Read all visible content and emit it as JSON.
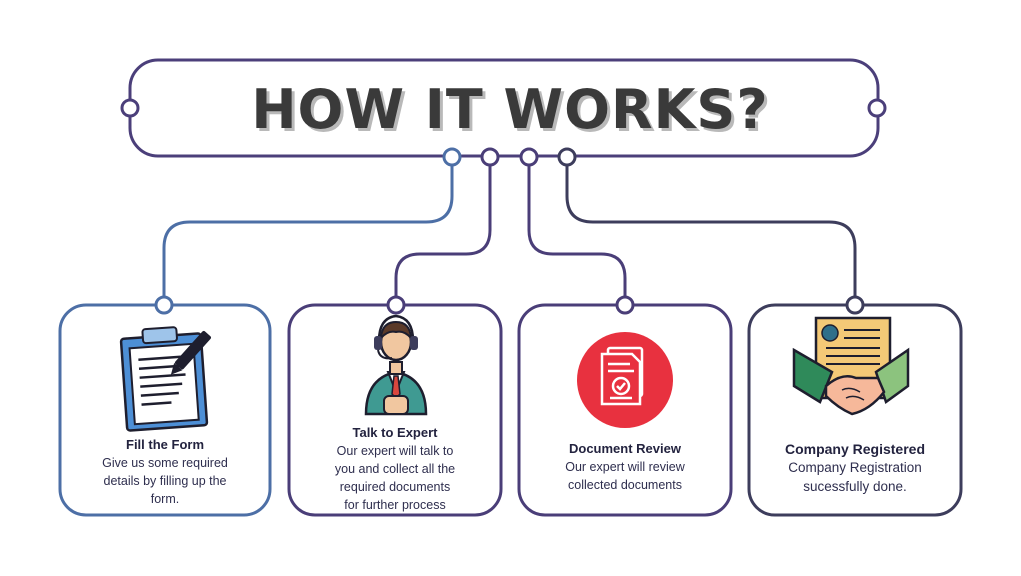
{
  "title": "HOW IT WORKS?",
  "colors": {
    "frame": "#4b3f7a",
    "blue": "#4d6fa6",
    "purple": "#4a3e78",
    "slate": "#3d3d5c",
    "red": "#e8313f",
    "gold": "#f4c977",
    "green": "#2f8a5a"
  },
  "steps": [
    {
      "title": "Fill the Form",
      "description": [
        "Give us some required",
        "details by filling up the",
        "form."
      ],
      "icon": "clipboard-pen-icon"
    },
    {
      "title": "Talk to Expert",
      "description": [
        "Our expert will talk to",
        "you and collect all the",
        "required documents",
        "for further process"
      ],
      "icon": "support-agent-icon"
    },
    {
      "title": "Document Review",
      "description": [
        "Our expert will review",
        "collected documents"
      ],
      "icon": "document-check-icon"
    },
    {
      "title": "Company Registered",
      "description": [
        "Company Registration",
        "sucessfully done."
      ],
      "icon": "handshake-certificate-icon"
    }
  ]
}
